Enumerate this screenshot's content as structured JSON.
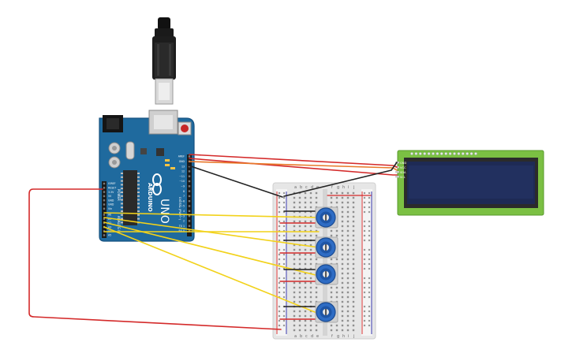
{
  "arduino": {
    "brand": "ARDUINO",
    "model": "UNO",
    "header_labels": [
      "AREF",
      "GND",
      "13",
      "12",
      "~11",
      "~10",
      "~9",
      "8",
      "7",
      "~6",
      "~5",
      "4",
      "~3",
      "2",
      "TX 1",
      "RX 0"
    ],
    "power_labels": [
      "IOREF",
      "RESET",
      "3.3V",
      "5V",
      "GND",
      "GND",
      "Vin"
    ],
    "analog_labels": [
      "A0",
      "A1",
      "A2",
      "A3",
      "A4",
      "A5"
    ],
    "section_power": "POWER",
    "section_analog": "ANALOG IN",
    "section_digital": "DIGITAL (PWM~)"
  },
  "lcd": {
    "pin_labels": [
      "GND",
      "VCC",
      "SDA",
      "SCL"
    ]
  },
  "breadboard": {
    "columns_left": [
      "a",
      "b",
      "c",
      "d",
      "e"
    ],
    "columns_right": [
      "f",
      "g",
      "h",
      "i",
      "j"
    ],
    "potentiometer_count": 4
  },
  "colors": {
    "arduino_blue": "#1F6A9E",
    "wire_red": "#D42A2A",
    "wire_orange": "#E8792A",
    "wire_yellow": "#F2D21A",
    "wire_black": "#222222",
    "lcd_green": "#7BC043",
    "lcd_screen": "#1E2A55",
    "pot_blue": "#2E6CC4",
    "breadboard": "#EAEAEA"
  }
}
